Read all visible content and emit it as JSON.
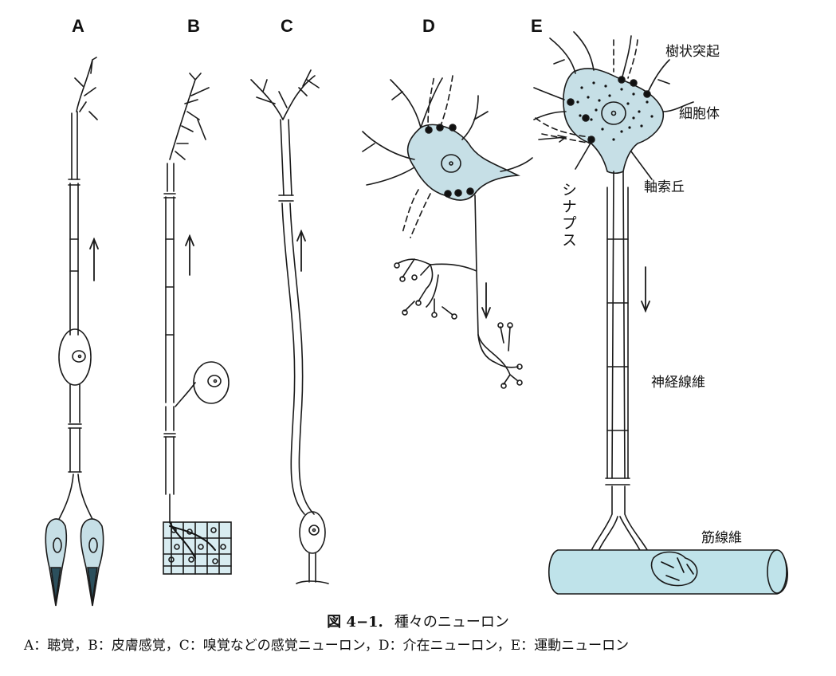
{
  "panels": {
    "a": "A",
    "b": "B",
    "c": "C",
    "d": "D",
    "e": "E"
  },
  "labels": {
    "dendrite": "樹状突起",
    "cell_body": "細胞体",
    "axon_hillock": "軸索丘",
    "synapse": "シナプス",
    "nerve_fiber": "神経線維",
    "muscle_fiber": "筋線維"
  },
  "caption": {
    "figure_number": "図 4−1.",
    "title": "種々のニューロン",
    "body": "A：聴覚，B：皮膚感覚，C：嗅覚などの感覚ニューロン，D：介在ニューロン，E：運動ニューロン"
  },
  "colors": {
    "cell_fill": "#c6dfe6",
    "muscle_fill": "#bfe3ea",
    "outline": "#1a1a1a"
  }
}
